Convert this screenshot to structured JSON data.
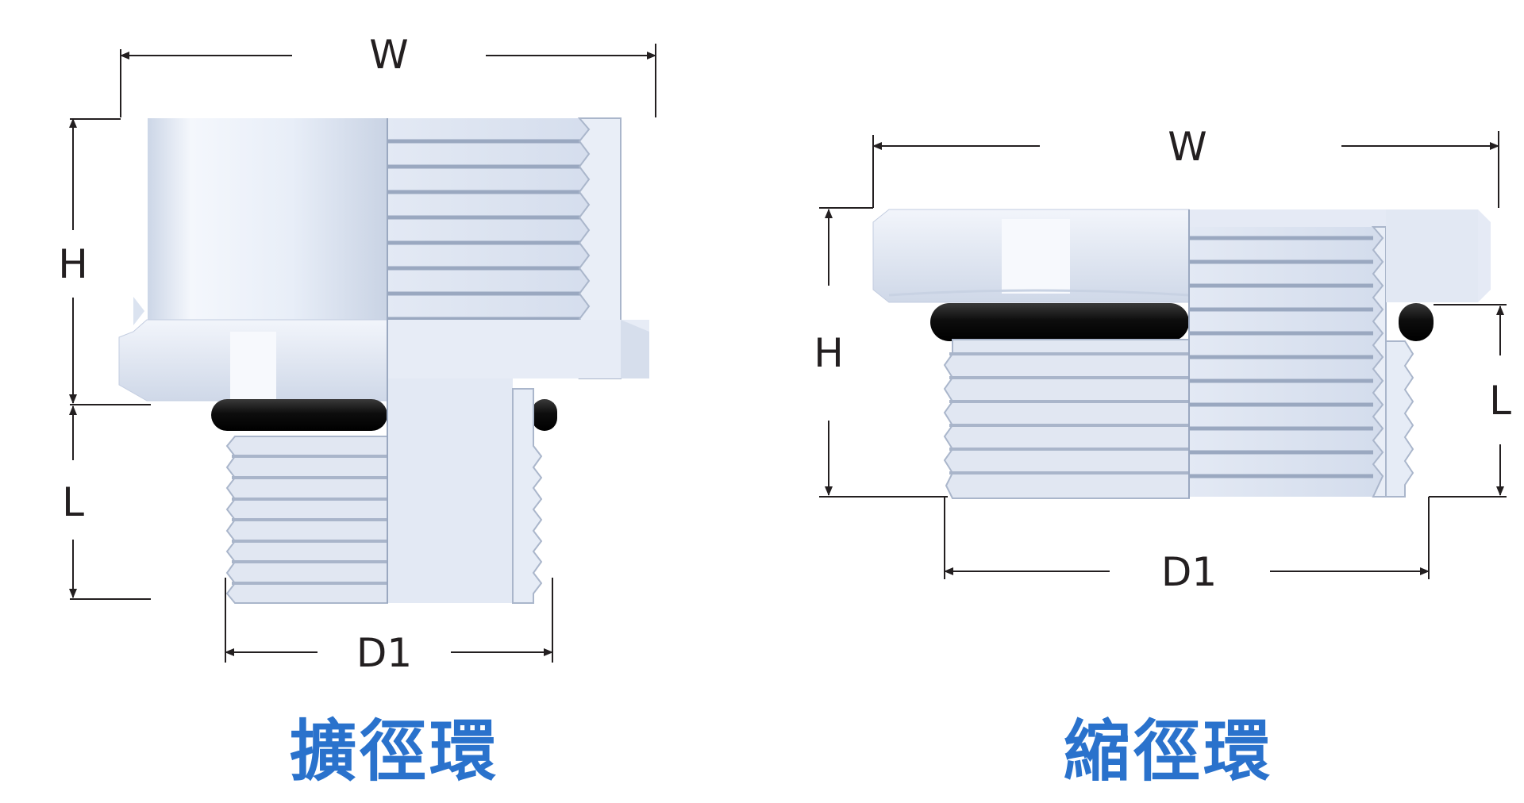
{
  "colors": {
    "caption": "#2a72cc",
    "dimension_line": "#231f20",
    "oring": "#111111",
    "part_light": "#eef2f9",
    "part_mid": "#d6dfee",
    "part_dark": "#b3bfd4"
  },
  "left_figure": {
    "caption": "擴徑環",
    "labels": {
      "w": "W",
      "h": "H",
      "l": "L",
      "d1": "D1"
    }
  },
  "right_figure": {
    "caption": "縮徑環",
    "labels": {
      "w": "W",
      "h": "H",
      "l": "L",
      "d1": "D1"
    }
  }
}
